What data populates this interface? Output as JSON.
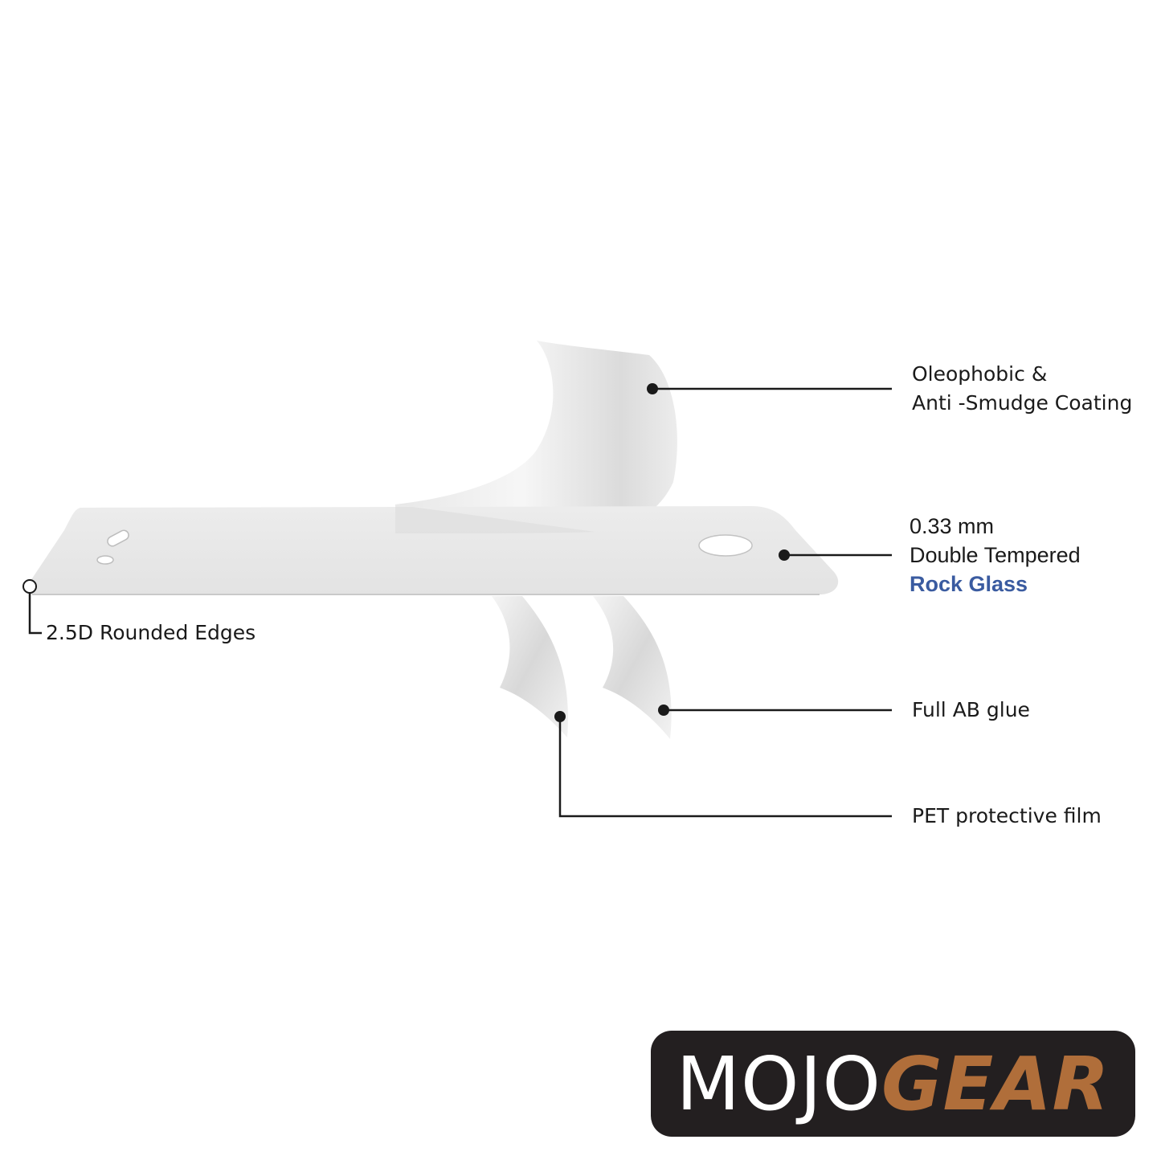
{
  "colors": {
    "background": "#ffffff",
    "text": "#1a1a1a",
    "accent_blue": "#3a5ba0",
    "logo_background": "#231f20",
    "logo_accent": "#b06e3a",
    "leader_line": "#1a1a1a"
  },
  "callouts": {
    "coating": {
      "line1": "Oleophobic &",
      "line2": "Anti -Smudge Coating"
    },
    "glass": {
      "line1": "0.33 mm",
      "line2": "Double Tempered",
      "line3": "Rock Glass"
    },
    "glue": {
      "line1": "Full AB glue"
    },
    "pet": {
      "line1": "PET protective film"
    },
    "edges": {
      "line1": "2.5D Rounded Edges"
    }
  },
  "logo": {
    "part1": "MOJO",
    "part2": "GEAR"
  }
}
